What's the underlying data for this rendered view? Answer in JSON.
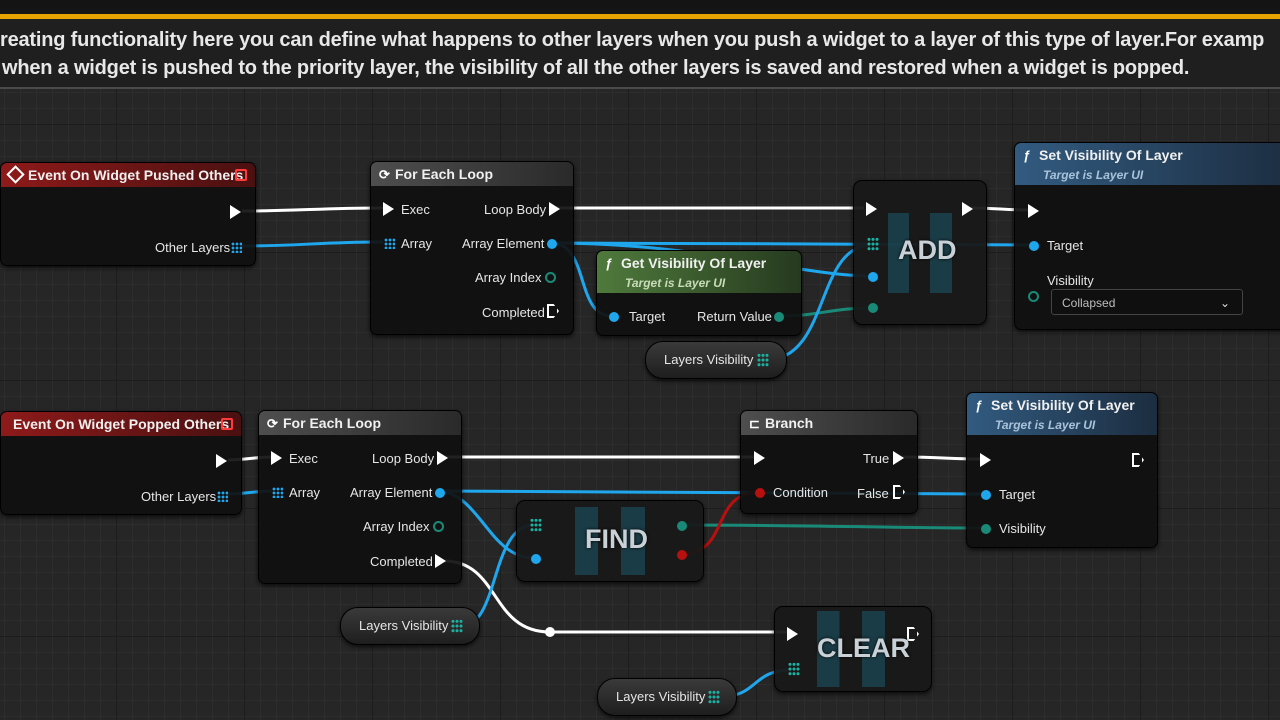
{
  "comment": {
    "line1": "reating functionality here you can define what happens to other layers when you push a widget to a layer of this type of layer.For examp",
    "line2": "when a widget is pushed to the priority layer, the visibility of all the other layers is saved and restored when a widget is popped."
  },
  "nodes": {
    "event_pushed": {
      "title": "Event On Widget Pushed Others",
      "output": "Other Layers"
    },
    "loop_pushed": {
      "title": "For Each Loop",
      "exec": "Exec",
      "array": "Array",
      "loop_body": "Loop Body",
      "element": "Array Element",
      "index": "Array Index",
      "completed": "Completed"
    },
    "add_macro": {
      "label": "ADD"
    },
    "get_visibility": {
      "title": "Get Visibility Of Layer",
      "subtitle": "Target is Layer UI",
      "target": "Target",
      "return_value": "Return Value"
    },
    "layers_visibility_1": {
      "label": "Layers Visibility"
    },
    "set_visibility_1": {
      "title": "Set Visibility Of Layer",
      "subtitle": "Target is Layer UI",
      "target": "Target",
      "visibility": "Visibility",
      "visibility_value": "Collapsed"
    },
    "event_popped": {
      "title": "Event On Widget Popped Others",
      "output": "Other Layers"
    },
    "loop_popped": {
      "title": "For Each Loop",
      "exec": "Exec",
      "array": "Array",
      "loop_body": "Loop Body",
      "element": "Array Element",
      "index": "Array Index",
      "completed": "Completed"
    },
    "branch": {
      "title": "Branch",
      "condition": "Condition",
      "true_label": "True",
      "false_label": "False"
    },
    "find_macro": {
      "label": "FIND"
    },
    "set_visibility_2": {
      "title": "Set Visibility Of Layer",
      "subtitle": "Target is Layer UI",
      "target": "Target",
      "visibility": "Visibility"
    },
    "layers_visibility_2": {
      "label": "Layers Visibility"
    },
    "clear_macro": {
      "label": "CLEAR"
    },
    "layers_visibility_3": {
      "label": "Layers Visibility"
    }
  },
  "colors": {
    "exec": "#ffffff",
    "object": "#1fa7ee",
    "enum": "#1a8a78",
    "bool": "#b80f0f",
    "event_header": "#8e1a1a",
    "function_header": "#325b80",
    "pure_header": "#4f7a3c",
    "comment_accent": "#e6a200"
  }
}
